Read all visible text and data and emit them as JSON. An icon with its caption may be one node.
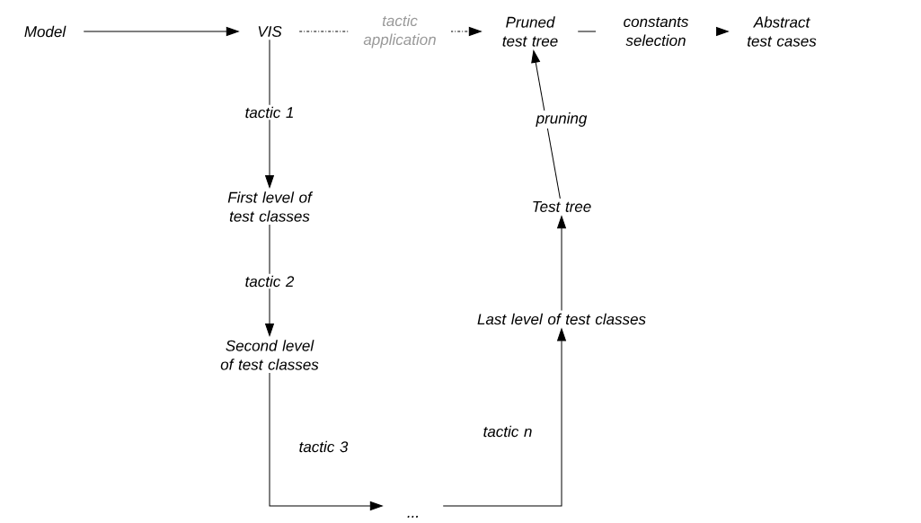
{
  "diagram": {
    "nodes": [
      {
        "text": [
          "Model"
        ]
      },
      {
        "text": [
          "VIS"
        ]
      },
      {
        "text": [
          "Pruned test tree"
        ]
      },
      {
        "text": [
          "Abstract test cases"
        ]
      },
      {
        "text": [
          "First level of test classes"
        ]
      },
      {
        "text": [
          "Second level of test classes"
        ]
      },
      {
        "text": [
          "..."
        ]
      },
      {
        "text": [
          "Last level of test classes"
        ]
      },
      {
        "text": [
          "Test tree"
        ]
      }
    ],
    "edges": [
      {
        "from": 0,
        "to": 1,
        "arrow": "to"
      },
      {
        "from": 1,
        "to": 2,
        "arrow": "to",
        "label": "tactic application",
        "style": "dashed"
      },
      {
        "from": 2,
        "to": 3,
        "arrow": "to",
        "label": "constants selection"
      },
      {
        "from": 1,
        "to": 4,
        "arrow": "to",
        "label": "tactic 1"
      },
      {
        "from": 4,
        "to": 5,
        "arrow": "to",
        "label": "tactic 2"
      },
      {
        "from": 5,
        "to": 6,
        "arrow": "to",
        "label": "tactic 3"
      },
      {
        "from": 6,
        "to": 7,
        "arrow": "to",
        "label": "tactic n"
      },
      {
        "from": 7,
        "to": 8,
        "arrow": "to"
      },
      {
        "from": 8,
        "to": 2,
        "arrow": "to",
        "label": "pruning"
      }
    ]
  }
}
